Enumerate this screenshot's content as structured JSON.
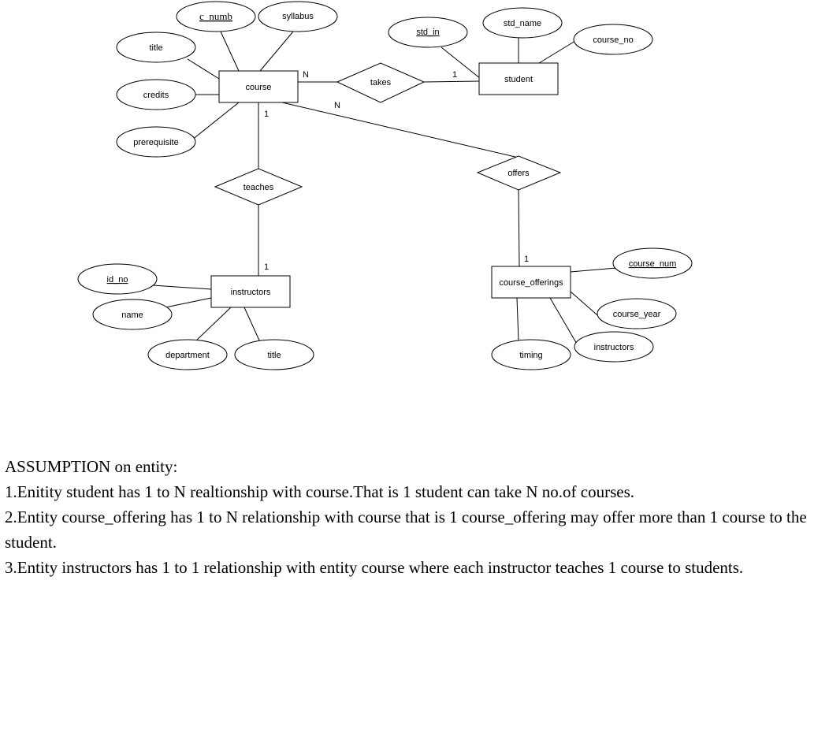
{
  "diagram": {
    "entities": {
      "course": "course",
      "student": "student",
      "instructors": "instructors",
      "course_offerings": "course_offerings"
    },
    "relationships": {
      "takes": "takes",
      "teaches": "teaches",
      "offers": "offers"
    },
    "attributes": {
      "c_numb": "c_numb",
      "syllabus": "syllabus",
      "title_course": "title",
      "credits": "credits",
      "prerequisite": "prerequisite",
      "std_in": "std_in",
      "std_name": "std_name",
      "course_no": "course_no",
      "id_no": "id_no",
      "name": "name",
      "department": "department",
      "title_instructor": "title",
      "course_num": "course_num",
      "course_year": "course_year",
      "instructors_attr": "instructors",
      "timing": "timing"
    },
    "cardinalities": {
      "course_takes": "N",
      "student_takes": "1",
      "course_offers": "N",
      "course_teaches": "1",
      "instructors_teaches": "1",
      "offerings_offers": "1"
    }
  },
  "assumptions": {
    "heading": "ASSUMPTION on entity:",
    "items": [
      "1.Enitity  student has 1 to N realtionship with course.That is 1 student can take N no.of courses.",
      "2.Entity course_offering has 1 to N relationship with course that is 1 course_offering may offer more than 1 course to the student.",
      "3.Entity instructors has 1 to  1 relationship with entity course where each instructor teaches 1 course to students."
    ]
  }
}
